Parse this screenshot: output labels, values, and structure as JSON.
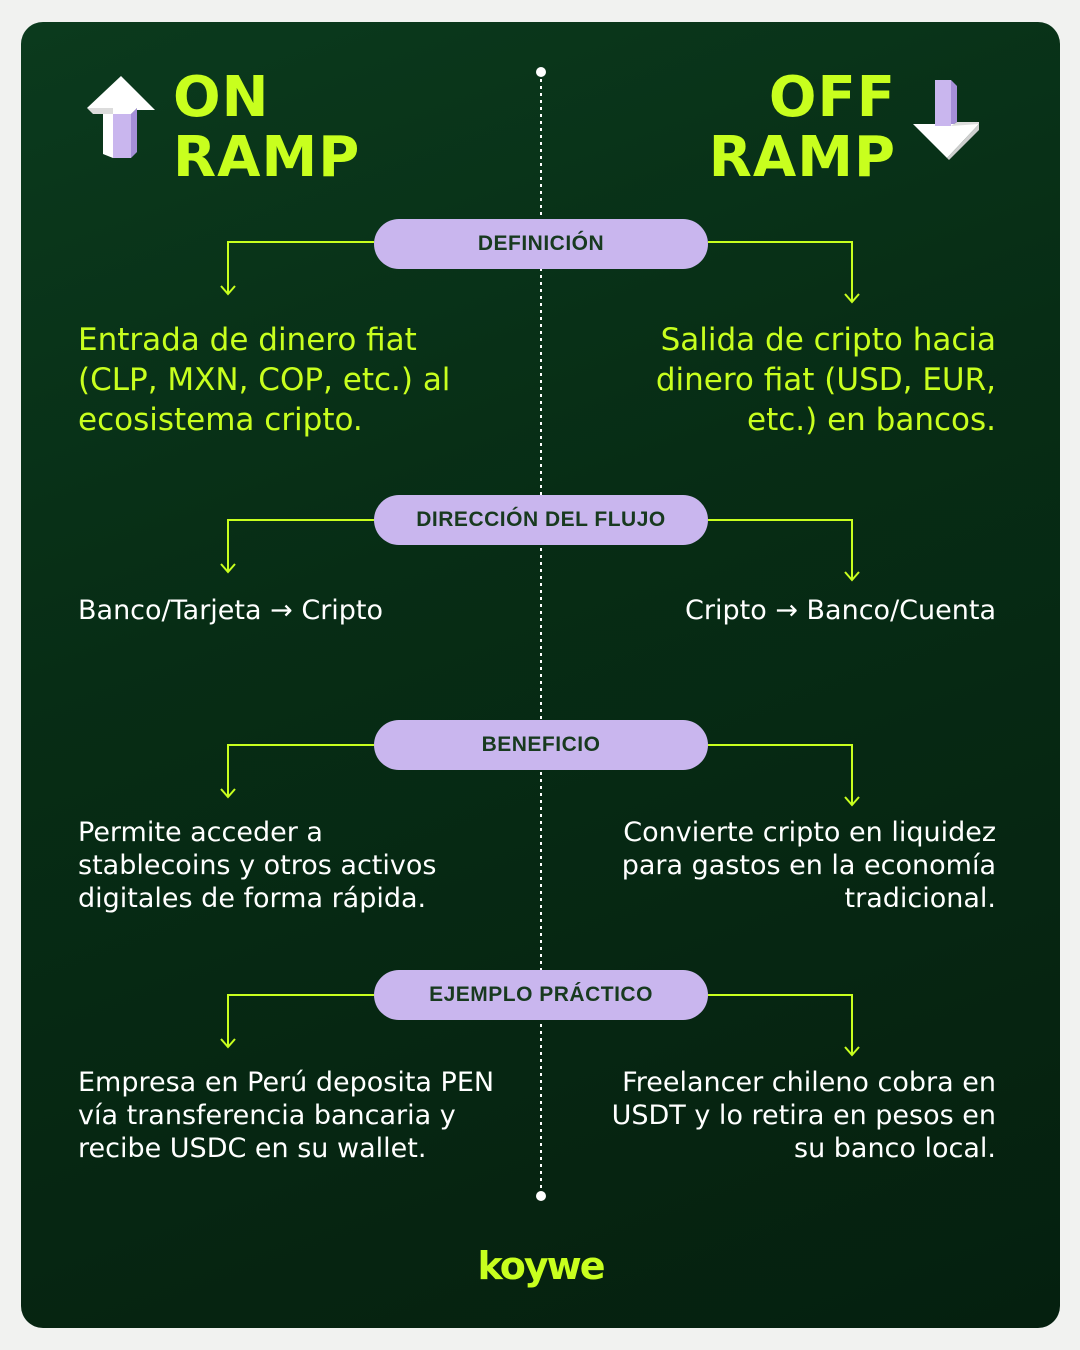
{
  "header": {
    "left_title_line1": "ON",
    "left_title_line2": "RAMP",
    "right_title_line1": "OFF",
    "right_title_line2": "RAMP",
    "left_icon": "arrow-up-icon",
    "right_icon": "arrow-down-icon"
  },
  "sections": [
    {
      "label": "DEFINICIÓN",
      "on_ramp": "Entrada de dinero fiat (CLP, MXN, COP, etc.) al ecosistema cripto.",
      "off_ramp": "Salida de cripto hacia dinero fiat (USD, EUR, etc.) en bancos."
    },
    {
      "label": "DIRECCIÓN DEL FLUJO",
      "on_ramp": "Banco/Tarjeta → Cripto",
      "off_ramp": "Cripto → Banco/Cuenta"
    },
    {
      "label": "BENEFICIO",
      "on_ramp": "Permite acceder a stablecoins y otros activos digitales de forma rápida.",
      "off_ramp": "Convierte cripto en liquidez para gastos en la economía tradicional."
    },
    {
      "label": "EJEMPLO PRÁCTICO",
      "on_ramp": "Empresa en Perú deposita PEN vía transferencia bancaria y recibe USDC en su wallet.",
      "off_ramp": "Freelancer chileno cobra en USDT y lo retira en pesos en su banco local."
    }
  ],
  "footer": {
    "logo": "koywe"
  },
  "colors": {
    "accent": "#c8ff1e",
    "pill": "#c9b6ee",
    "background": "#072d15",
    "text": "#ffffff"
  }
}
